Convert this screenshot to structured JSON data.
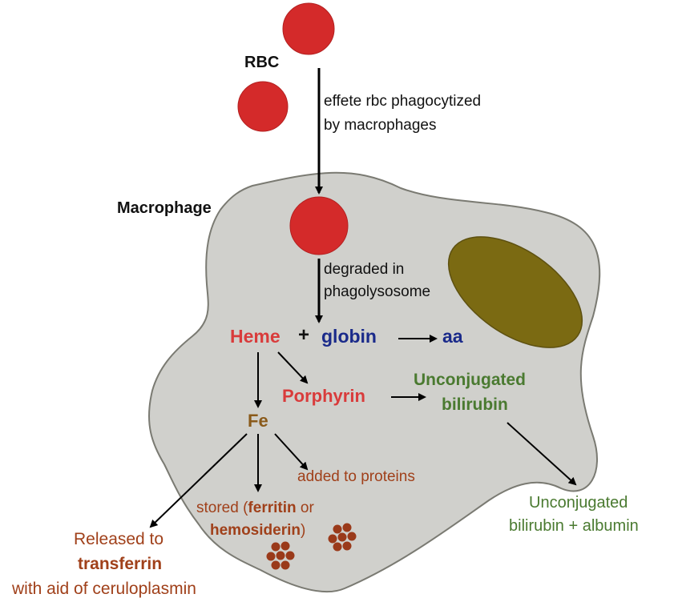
{
  "labels": {
    "rbc": "RBC",
    "effete_line1": "effete rbc phagocytized",
    "effete_line2": "by macrophages",
    "macrophage": "Macrophage",
    "degraded_line1": "degraded in",
    "degraded_line2": "phagolysosome",
    "heme": "Heme",
    "plus": "+",
    "globin": "globin",
    "aa": "aa",
    "porphyrin": "Porphyrin",
    "unconj_line1": "Unconjugated",
    "unconj_line2": "bilirubin",
    "fe": "Fe",
    "added_to_proteins": "added to proteins",
    "stored_prefix": "stored (",
    "ferritin": "ferritin",
    "stored_or": " or",
    "hemosiderin": "hemosiderin",
    "stored_suffix": ")",
    "released_line1": "Released to",
    "released_line2": "transferrin",
    "released_line3": "with aid of ceruloplasmin",
    "albumin_line1": "Unconjugated",
    "albumin_line2": "bilirubin + albumin"
  },
  "colors": {
    "rbc": "#d42a2a",
    "cell_fill": "#d0d0cc",
    "cell_stroke": "#7a7a72",
    "nucleus": "#7b6a12",
    "heme": "#d93b3b",
    "globin": "#1a2a8a",
    "bilirubin": "#4a7a30",
    "fe": "#8a5a1a",
    "iron_text": "#a0401a",
    "iron_dots": "#9a3a1a"
  }
}
